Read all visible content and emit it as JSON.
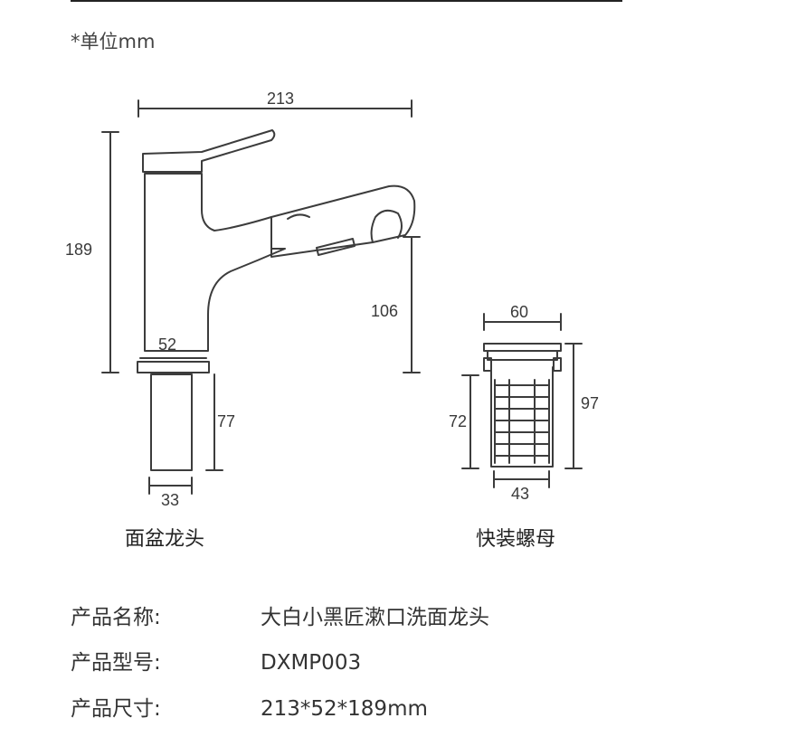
{
  "unit_note": "*单位mm",
  "faucet": {
    "caption": "面盆龙头",
    "dims": {
      "width": "213",
      "height": "189",
      "spout_height": "106",
      "base": "52",
      "shank_length": "77",
      "shank_diameter": "33"
    }
  },
  "nut": {
    "caption": "快装螺母",
    "dims": {
      "top_width": "60",
      "height": "97",
      "body_height": "72",
      "bottom_width": "43"
    }
  },
  "specs": {
    "name_label": "产品名称:",
    "name_value": "大白小黑匠漱口洗面龙头",
    "model_label": "产品型号:",
    "model_value": "DXMP003",
    "size_label": "产品尺寸:",
    "size_value": "213*52*189mm"
  }
}
